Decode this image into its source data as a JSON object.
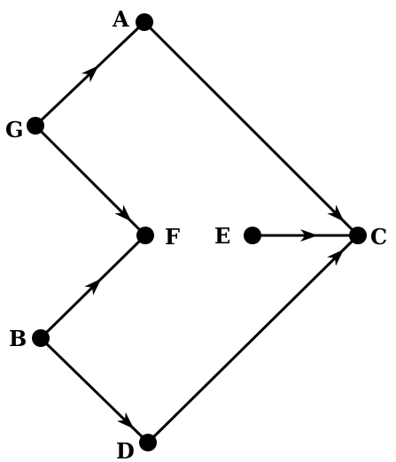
{
  "diagram": {
    "type": "directed-graph",
    "colors": {
      "node": "#000000",
      "edge": "#000000",
      "label": "#000000",
      "background": "#ffffff"
    },
    "nodes": [
      {
        "id": "A",
        "label": "A"
      },
      {
        "id": "G",
        "label": "G"
      },
      {
        "id": "F",
        "label": "F"
      },
      {
        "id": "E",
        "label": "E"
      },
      {
        "id": "C",
        "label": "C"
      },
      {
        "id": "B",
        "label": "B"
      },
      {
        "id": "D",
        "label": "D"
      }
    ],
    "edges": [
      {
        "from": "G",
        "to": "A"
      },
      {
        "from": "G",
        "to": "F"
      },
      {
        "from": "A",
        "to": "C"
      },
      {
        "from": "E",
        "to": "C"
      },
      {
        "from": "B",
        "to": "F"
      },
      {
        "from": "B",
        "to": "D"
      },
      {
        "from": "D",
        "to": "C"
      }
    ]
  }
}
